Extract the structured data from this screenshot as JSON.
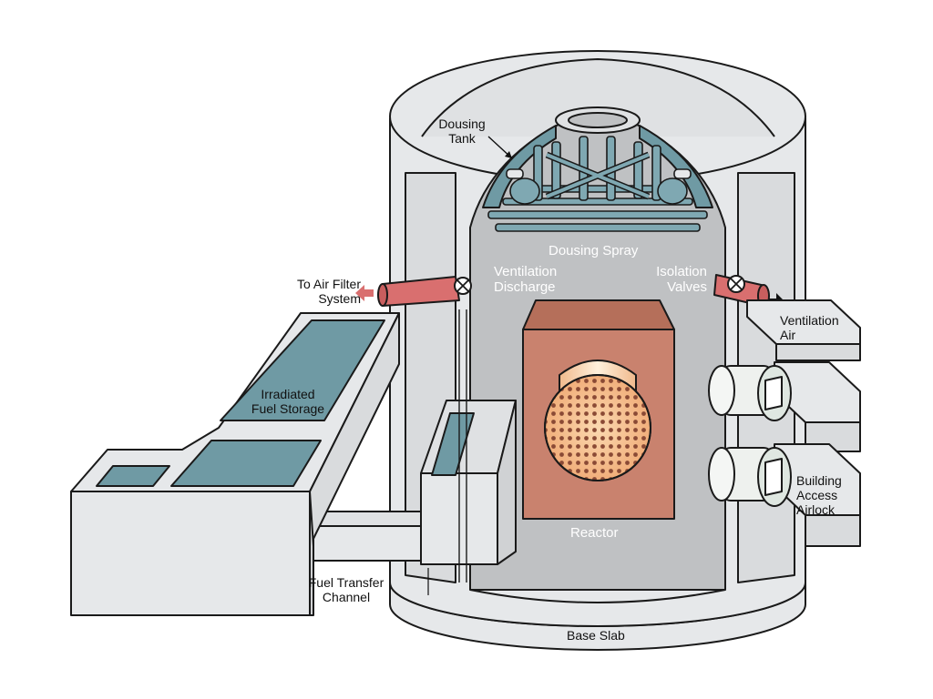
{
  "labels": {
    "dousing_tank": [
      "Dousing",
      "Tank"
    ],
    "dousing_spray": "Dousing Spray",
    "ventilation_discharge": [
      "Ventilation",
      "Discharge"
    ],
    "isolation_valves": [
      "Isolation",
      "Valves"
    ],
    "to_air_filter": [
      "To Air Filter",
      "System"
    ],
    "ventilation_air": [
      "Ventilation",
      "Air"
    ],
    "irradiated_fuel_storage": [
      "Irradiated",
      "Fuel Storage"
    ],
    "building_access_airlock": [
      "Building",
      "Access",
      "Airlock"
    ],
    "reactor": "Reactor",
    "fuel_transfer_channel": [
      "Fuel Transfer",
      "Channel"
    ],
    "base_slab": "Base Slab"
  },
  "colors": {
    "concrete": "#e6e8ea",
    "interior": "#bfc1c3",
    "water": "#6f9aa4",
    "pipe": "#d96f6f",
    "reactor_box": "#c9826e",
    "reactor_core": "#f5c79a",
    "outline": "#1a1a1a"
  }
}
